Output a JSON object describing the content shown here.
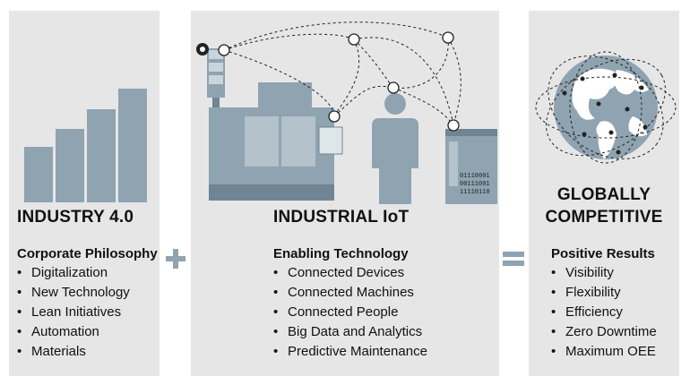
{
  "columns": [
    {
      "title": "INDUSTRY 4.0",
      "subheading": "Corporate Philosophy",
      "items": [
        "Digitalization",
        "New Technology",
        "Lean Initiatives",
        "Automation",
        "Materials"
      ]
    },
    {
      "title": "INDUSTRIAL IoT",
      "subheading": "Enabling Technology",
      "items": [
        "Connected Devices",
        "Connected Machines",
        "Connected People",
        "Big Data and Analytics",
        "Predictive Maintenance"
      ]
    },
    {
      "title_line1": "GLOBALLY",
      "title_line2": "COMPETITIVE",
      "subheading": "Positive Results",
      "items": [
        "Visibility",
        "Flexibility",
        "Efficiency",
        "Zero Downtime",
        "Maximum OEE"
      ]
    }
  ],
  "server_binary": [
    "01110001",
    "00111001",
    "11110110"
  ],
  "operators": {
    "plus": "+",
    "equals": "="
  },
  "colors": {
    "panel": "#e6e6e7",
    "icon": "#8fa3b1",
    "icon_dark": "#6f8594",
    "text": "#111111"
  }
}
